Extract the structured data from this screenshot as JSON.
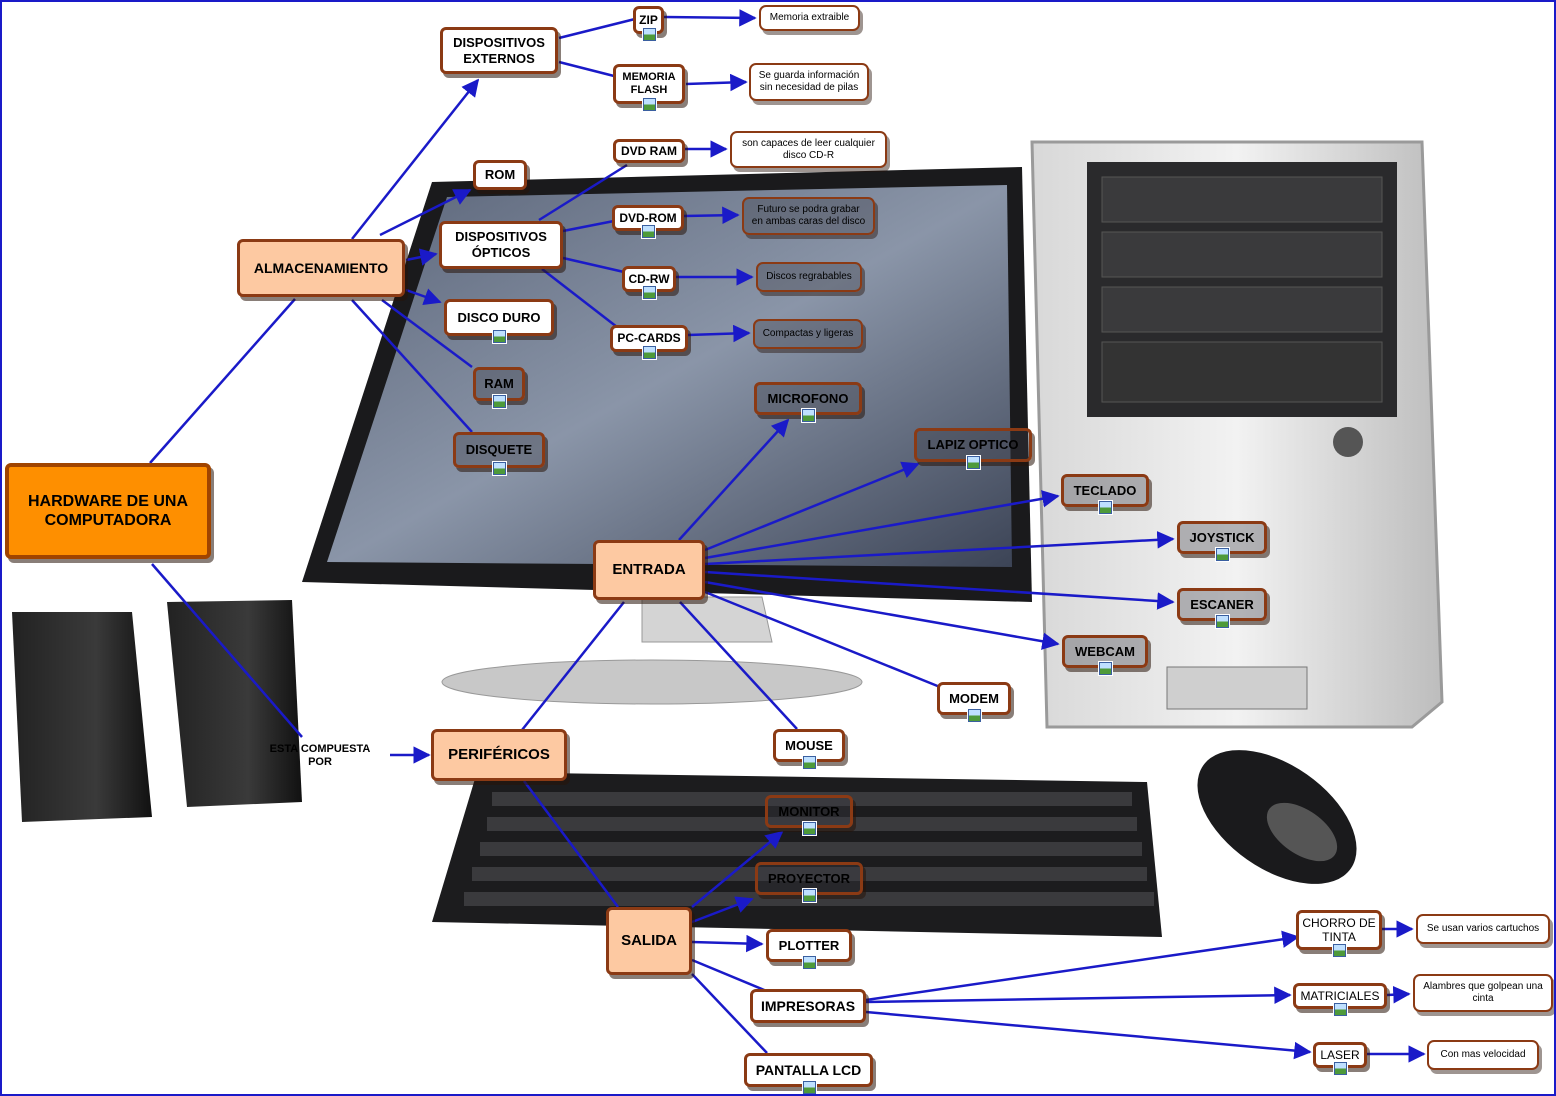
{
  "title": "HARDWARE DE UNA\nCOMPUTADORA",
  "connector": "ESTA COMPUESTA\nPOR",
  "colors": {
    "link": "#1a1ac8",
    "node_border": "#8b3a14",
    "root_fill": "#fe8f00",
    "branch_fill": "#fdc9a2"
  },
  "icon": "image-icon",
  "nodes": {
    "root": "HARDWARE DE UNA\nCOMPUTADORA",
    "almacenamiento": "ALMACENAMIENTO",
    "perifericos": "PERIFÉRICOS",
    "entrada": "ENTRADA",
    "salida": "SALIDA",
    "dispositivos_externos": "DISPOSITIVOS\nEXTERNOS",
    "rom": "ROM",
    "dispositivos_opticos": "DISPOSITIVOS\nÓPTICOS",
    "disco_duro": "DISCO DURO",
    "ram": "RAM",
    "disquete": "DISQUETE",
    "zip": "ZIP",
    "memoria_flash": "MEMORIA\nFLASH",
    "dvd_ram": "DVD RAM",
    "dvd_rom": "DVD-ROM",
    "cd_rw": "CD-RW",
    "pc_cards": "PC-CARDS",
    "microfono": "MICROFONO",
    "lapiz_optico": "LAPIZ OPTICO",
    "teclado": "TECLADO",
    "joystick": "JOYSTICK",
    "escaner": "ESCANER",
    "webcam": "WEBCAM",
    "modem": "MODEM",
    "mouse": "MOUSE",
    "monitor": "MONITOR",
    "proyector": "PROYECTOR",
    "plotter": "PLOTTER",
    "impresoras": "IMPRESORAS",
    "pantalla_lcd": "PANTALLA LCD",
    "chorro_de_tinta": "CHORRO DE\nTINTA",
    "matriciales": "MATRICIALES",
    "laser": "LASER"
  },
  "notes": {
    "zip": "Memoria extraible",
    "memoria_flash": "Se guarda información\nsin necesidad de pilas",
    "dvd_ram": "son capaces de leer cualquier\ndisco CD-R",
    "dvd_rom": "Futuro se podra grabar\nen ambas caras del disco",
    "cd_rw": "Discos regrabables",
    "pc_cards": "Compactas y ligeras",
    "chorro_de_tinta": "Se usan varios cartuchos",
    "matriciales": "Alambres que golpean una\ncinta",
    "laser": "Con mas velocidad"
  }
}
